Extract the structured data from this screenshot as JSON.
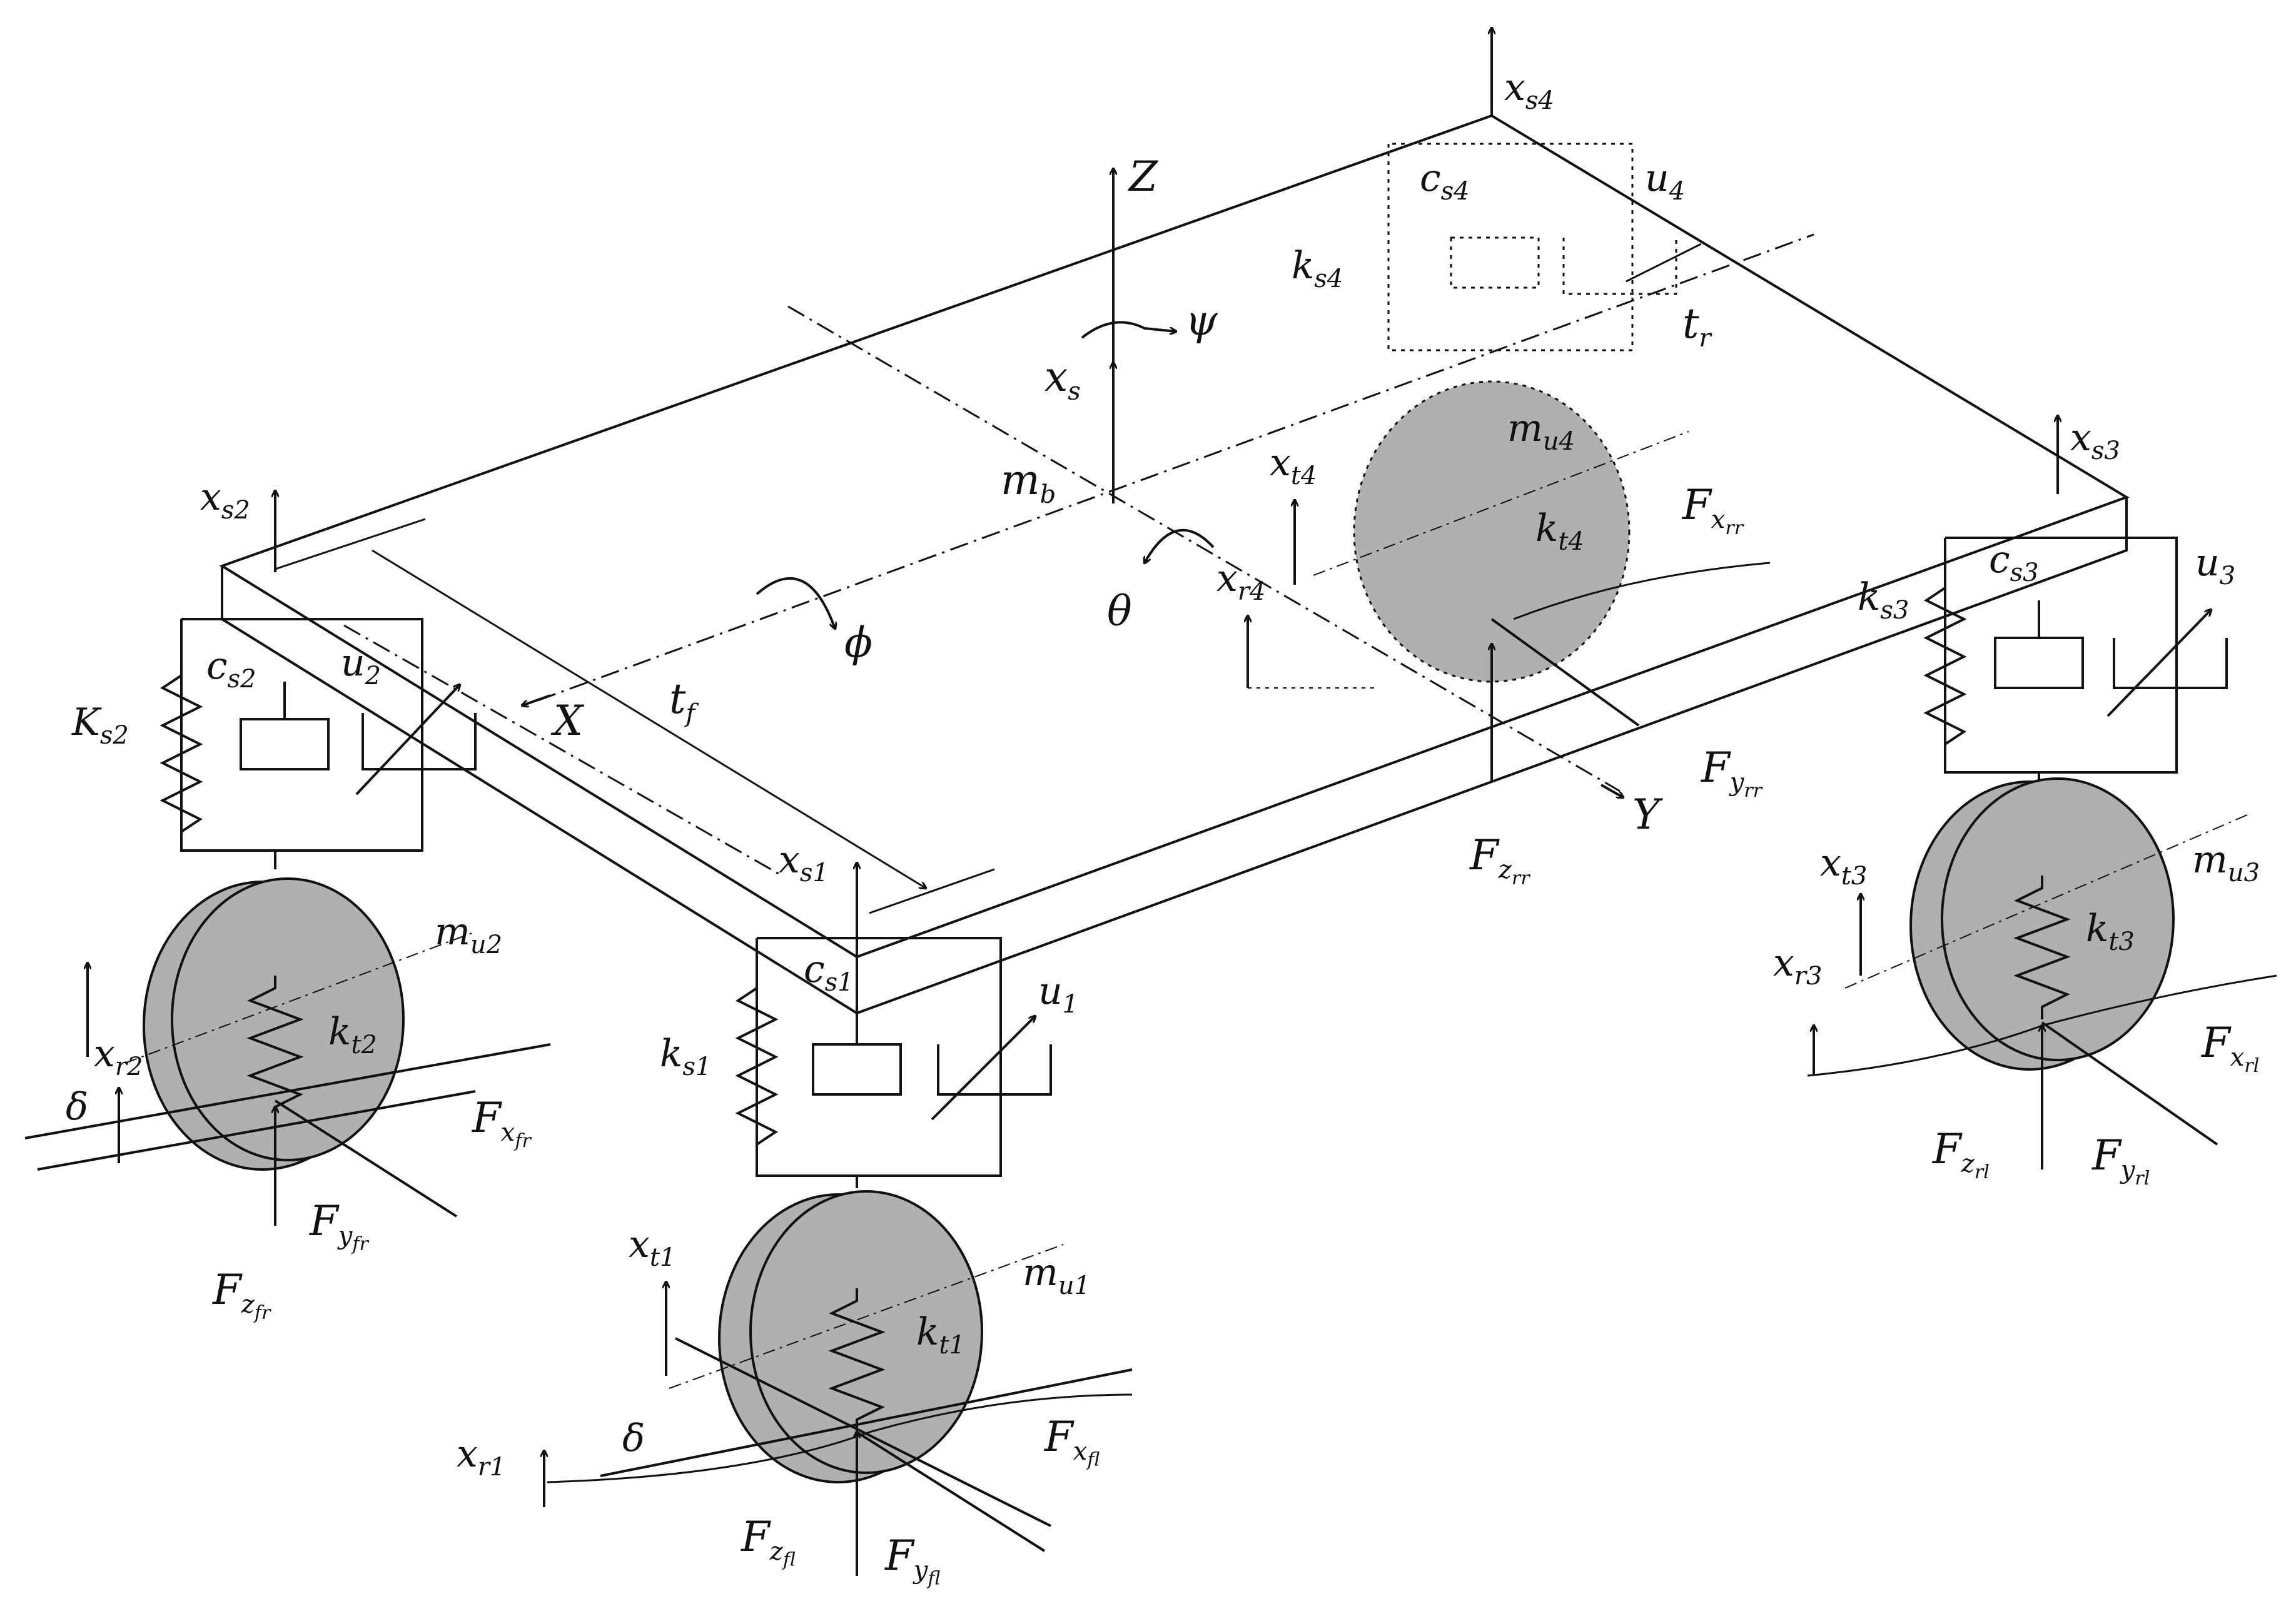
{
  "colors": {
    "line": "#111111",
    "wheel_fill": "#b0b0b0",
    "background": "#ffffff"
  },
  "labels": {
    "Z": {
      "main": "Z",
      "sub": ""
    },
    "X": {
      "main": "X",
      "sub": ""
    },
    "Y": {
      "main": "Y",
      "sub": ""
    },
    "psi": {
      "main": "ψ",
      "sub": ""
    },
    "phi": {
      "main": "ϕ",
      "sub": ""
    },
    "theta": {
      "main": "θ",
      "sub": ""
    },
    "xs": {
      "main": "x",
      "sub": "s"
    },
    "mb": {
      "main": "m",
      "sub": "b"
    },
    "tf": {
      "main": "t",
      "sub": "f"
    },
    "tr": {
      "main": "t",
      "sub": "r"
    },
    "xs1": {
      "main": "x",
      "sub": "s1"
    },
    "xs2": {
      "main": "x",
      "sub": "s2"
    },
    "xs3": {
      "main": "x",
      "sub": "s3"
    },
    "xs4": {
      "main": "x",
      "sub": "s4"
    },
    "cs1": {
      "main": "c",
      "sub": "s1"
    },
    "cs2": {
      "main": "c",
      "sub": "s2"
    },
    "cs3": {
      "main": "c",
      "sub": "s3"
    },
    "cs4": {
      "main": "c",
      "sub": "s4"
    },
    "ks1": {
      "main": "k",
      "sub": "s1"
    },
    "Ks2": {
      "main": "K",
      "sub": "s2"
    },
    "ks3": {
      "main": "k",
      "sub": "s3"
    },
    "ks4": {
      "main": "k",
      "sub": "s4"
    },
    "u1": {
      "main": "u",
      "sub": "1"
    },
    "u2": {
      "main": "u",
      "sub": "2"
    },
    "u3": {
      "main": "u",
      "sub": "3"
    },
    "u4": {
      "main": "u",
      "sub": "4"
    },
    "mu1": {
      "main": "m",
      "sub": "u1"
    },
    "mu2": {
      "main": "m",
      "sub": "u2"
    },
    "mu3": {
      "main": "m",
      "sub": "u3"
    },
    "mu4": {
      "main": "m",
      "sub": "u4"
    },
    "kt1": {
      "main": "k",
      "sub": "t1"
    },
    "kt2": {
      "main": "k",
      "sub": "t2"
    },
    "kt3": {
      "main": "k",
      "sub": "t3"
    },
    "kt4": {
      "main": "k",
      "sub": "t4"
    },
    "xt1": {
      "main": "x",
      "sub": "t1"
    },
    "xt3": {
      "main": "x",
      "sub": "t3"
    },
    "xt4": {
      "main": "x",
      "sub": "t4"
    },
    "xr1": {
      "main": "x",
      "sub": "r1"
    },
    "xr2": {
      "main": "x",
      "sub": "r2"
    },
    "xr3": {
      "main": "x",
      "sub": "r3"
    },
    "xr4": {
      "main": "x",
      "sub": "r4"
    },
    "delta1": {
      "main": "δ",
      "sub": ""
    },
    "delta2": {
      "main": "δ",
      "sub": ""
    },
    "Fxfr": {
      "main": "F",
      "sub": "x",
      "sub2": "fr"
    },
    "Fyfr": {
      "main": "F",
      "sub": "y",
      "sub2": "fr"
    },
    "Fzfr": {
      "main": "F",
      "sub": "z",
      "sub2": "fr"
    },
    "Fxfl": {
      "main": "F",
      "sub": "x",
      "sub2": "fl"
    },
    "Fyfl": {
      "main": "F",
      "sub": "y",
      "sub2": "fl"
    },
    "Fzfl": {
      "main": "F",
      "sub": "z",
      "sub2": "fl"
    },
    "Fxrl": {
      "main": "F",
      "sub": "x",
      "sub2": "rl"
    },
    "Fyrl": {
      "main": "F",
      "sub": "y",
      "sub2": "rl"
    },
    "Fzrl": {
      "main": "F",
      "sub": "z",
      "sub2": "rl"
    },
    "Fxrr": {
      "main": "F",
      "sub": "x",
      "sub2": "rr"
    },
    "Fyrr": {
      "main": "F",
      "sub": "y",
      "sub2": "rr"
    },
    "Fzrr": {
      "main": "F",
      "sub": "z",
      "sub2": "rr"
    }
  }
}
